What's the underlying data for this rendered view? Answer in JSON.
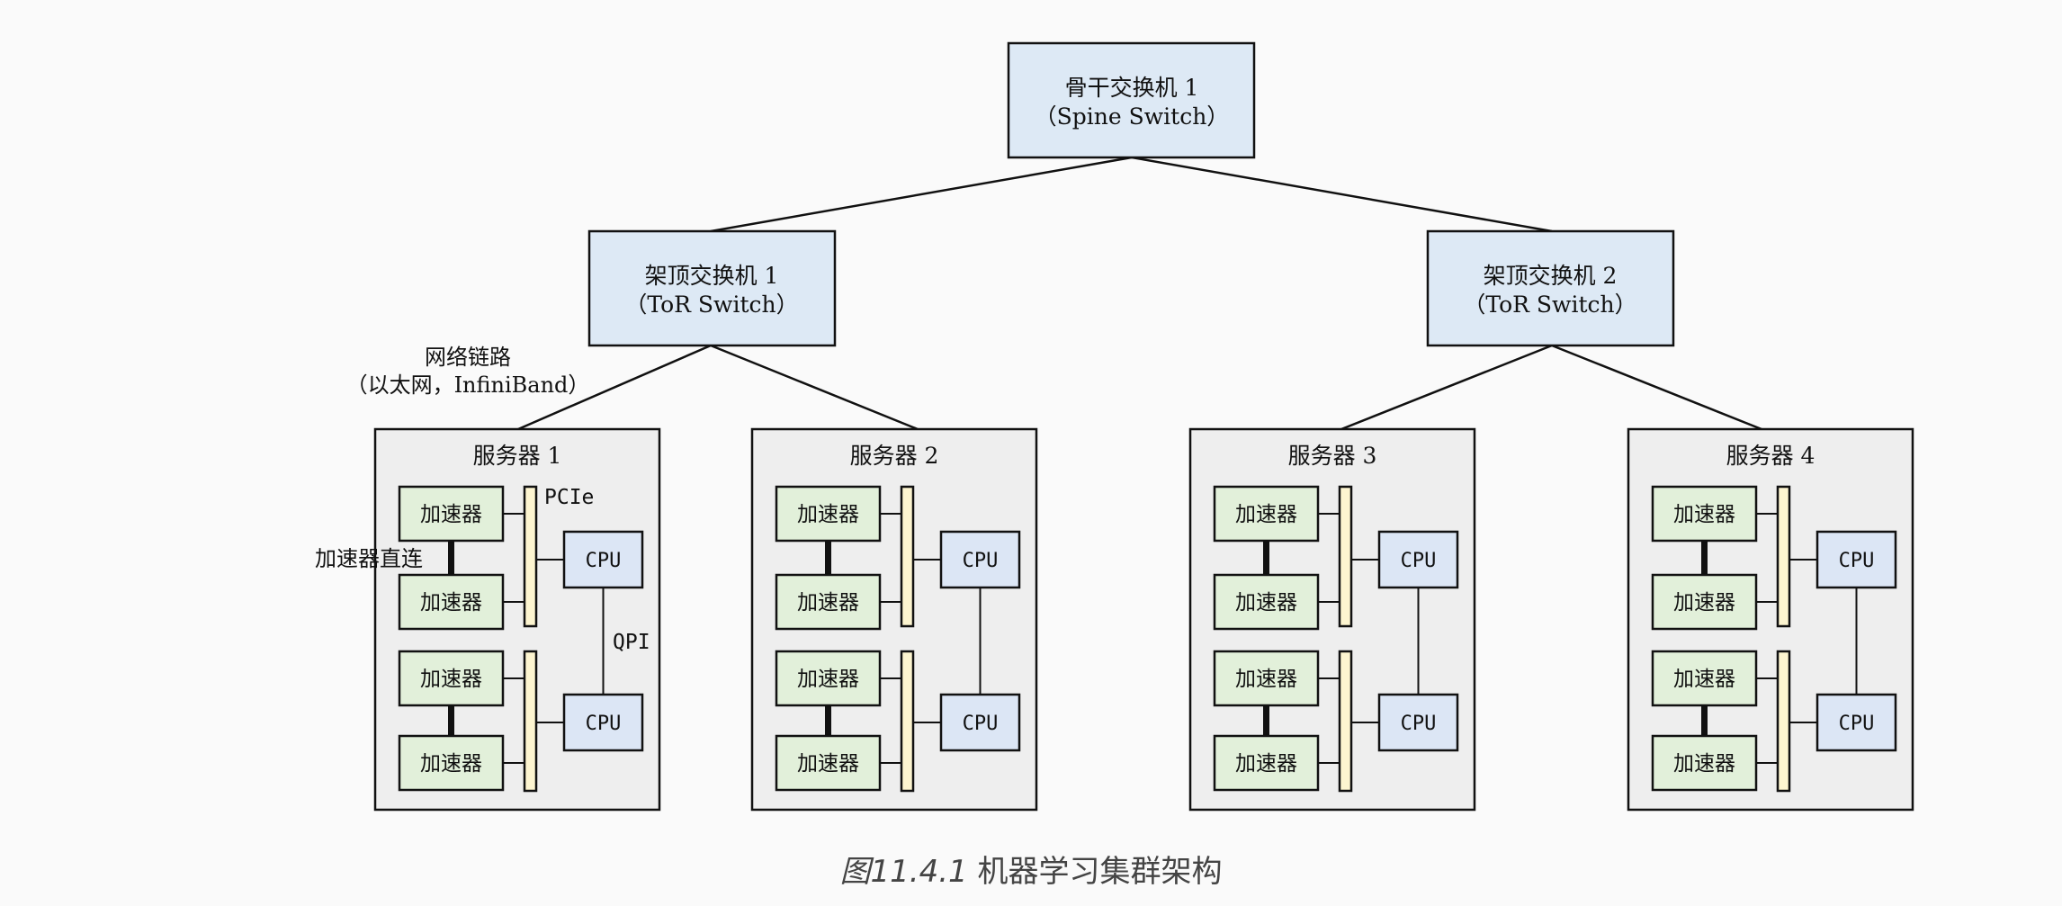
{
  "spine": {
    "line1": "骨干交换机 1",
    "line2": "（Spine Switch）"
  },
  "tors": [
    {
      "line1": "架顶交换机 1",
      "line2": "（ToR Switch）"
    },
    {
      "line1": "架顶交换机 2",
      "line2": "（ToR Switch）"
    }
  ],
  "servers": [
    {
      "title": "服务器 1"
    },
    {
      "title": "服务器 2"
    },
    {
      "title": "服务器 3"
    },
    {
      "title": "服务器 4"
    }
  ],
  "accelerator_label": "加速器",
  "cpu_label": "CPU",
  "annotations": {
    "network_line1": "网络链路",
    "network_line2": "（以太网，InfiniBand）",
    "pcie": "PCIe",
    "qpi": "QPI",
    "direct": "加速器直连"
  },
  "caption": {
    "number": "图11.4.1",
    "text": " 机器学习集群架构"
  },
  "colors": {
    "switch_fill": "#dde9f5",
    "server_fill": "#eeeeee",
    "accelerator_fill": "#e2f0da",
    "cpu_fill": "#dce6f5",
    "pcie_fill": "#fdf5d0",
    "stroke": "#111111"
  }
}
